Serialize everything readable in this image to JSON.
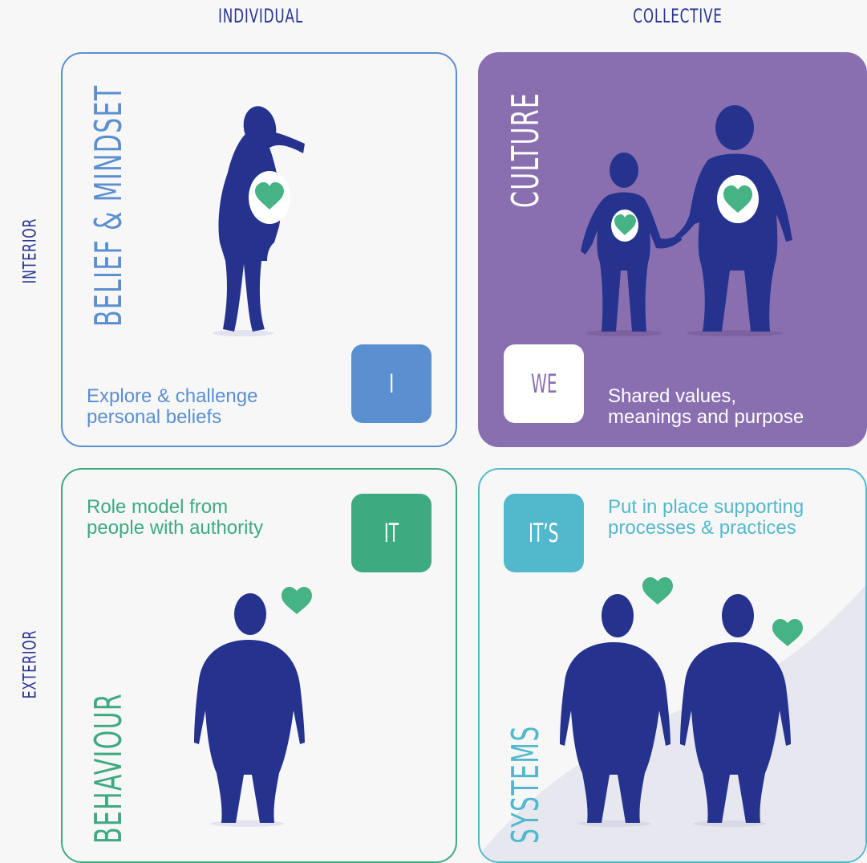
{
  "columns": {
    "left": "INDIVIDUAL",
    "right": "COLLECTIVE"
  },
  "rows": {
    "top": "INTERIOR",
    "bottom": "EXTERIOR"
  },
  "quadrants": {
    "belief": {
      "title": "BELIEF & MINDSET",
      "badge": "I",
      "description": "Explore & challenge\npersonal beliefs",
      "color": "#5a8fd0"
    },
    "culture": {
      "title": "CULTURE",
      "badge": "WE",
      "description": "Shared values,\nmeanings and purpose",
      "color": "#8a6fb0"
    },
    "behaviour": {
      "title": "BEHAVIOUR",
      "badge": "IT",
      "description": "Role model from\npeople with authority",
      "color": "#3daa7f"
    },
    "systems": {
      "title": "SYSTEMS",
      "badge": "IT’S",
      "description": "Put in place supporting\nprocesses & practices",
      "color": "#52b9cc"
    }
  },
  "colors": {
    "figure": "#26338e",
    "heart": "#45b384",
    "heading": "#2a3590"
  },
  "icons": [
    "person-icon",
    "heart-icon"
  ]
}
